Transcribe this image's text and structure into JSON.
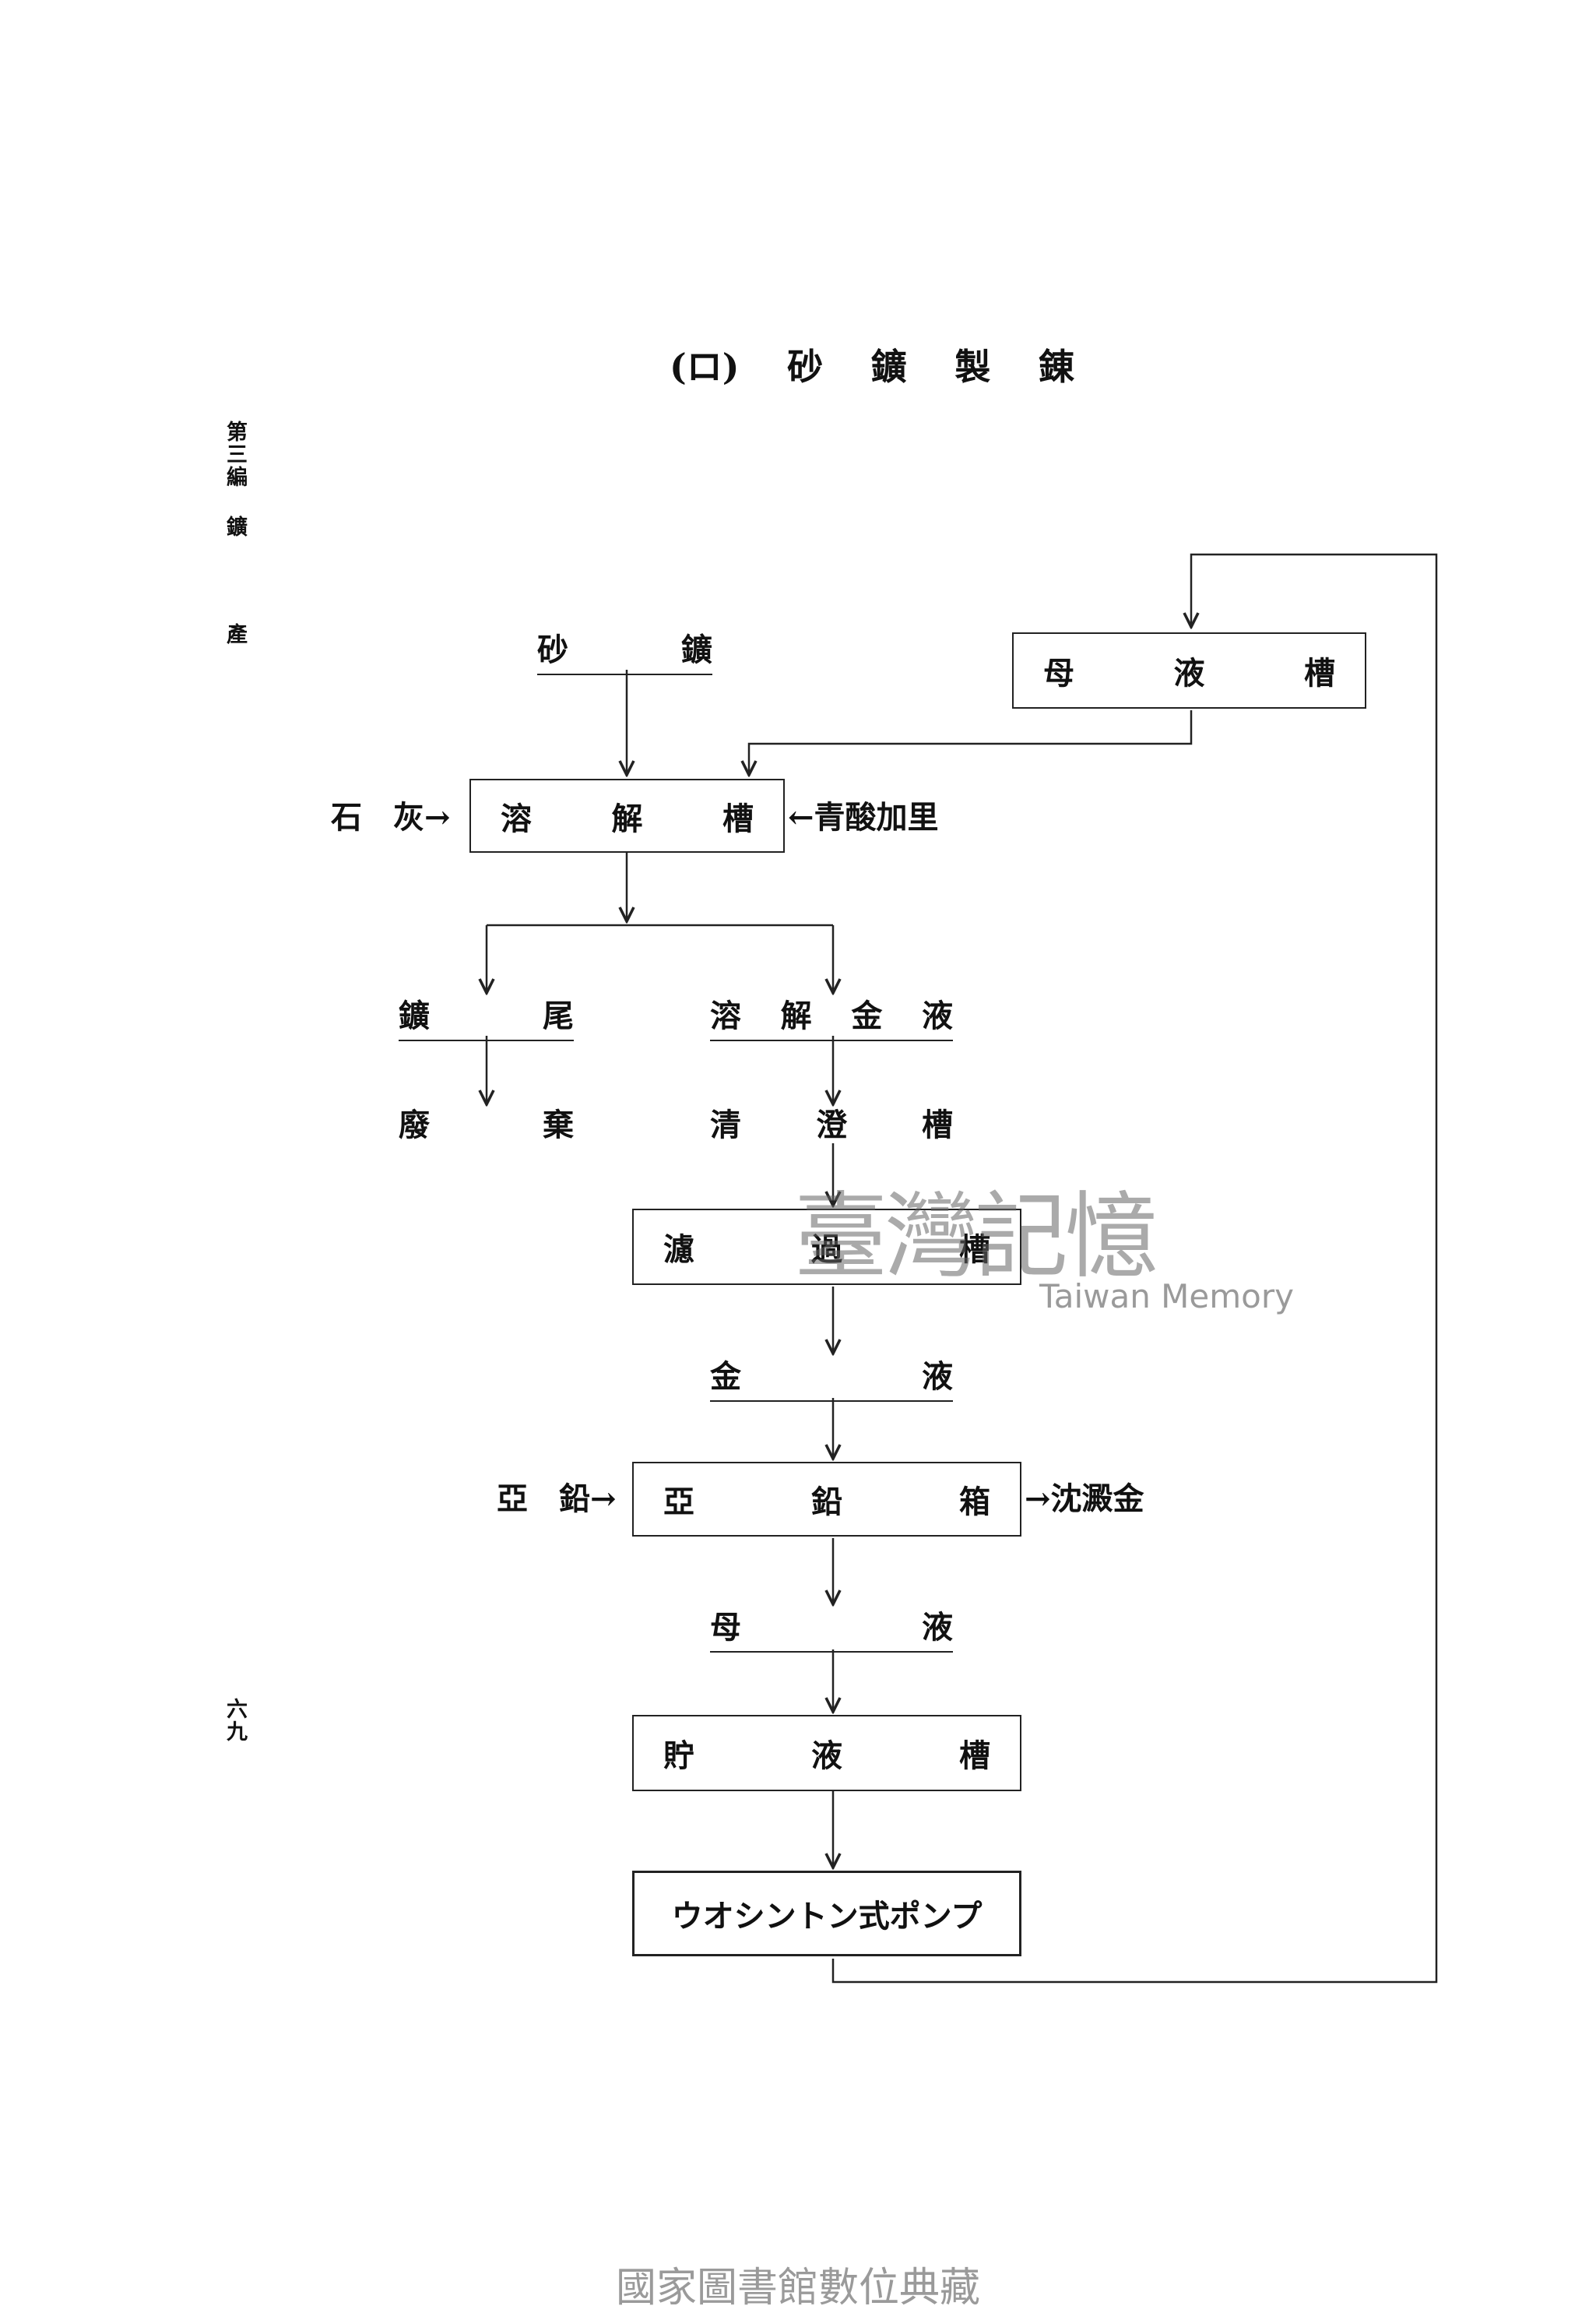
{
  "title": {
    "left": "(ロ)",
    "chars": [
      "砂",
      "鑛",
      "製",
      "錬"
    ]
  },
  "margin": {
    "section": "第三編",
    "char1": "鑛",
    "char2": "產",
    "page": "六九"
  },
  "nodes": {
    "ore": [
      "砂",
      "鑛"
    ],
    "mother_tank": [
      "母",
      "液",
      "槽"
    ],
    "dissolve_tank": [
      "溶",
      "解",
      "槽"
    ],
    "tailings": [
      "鑛",
      "尾"
    ],
    "discard": [
      "廢",
      "棄"
    ],
    "gold_solution": [
      "溶",
      "解",
      "金",
      "液"
    ],
    "clarify_tank": [
      "清",
      "澄",
      "槽"
    ],
    "filter_tank": [
      "濾",
      "過",
      "槽"
    ],
    "gold_liquor": [
      "金",
      "液"
    ],
    "zinc_box": [
      "亞",
      "鉛",
      "箱"
    ],
    "mother_liquor": [
      "母",
      "液"
    ],
    "storage_tank": [
      "貯",
      "液",
      "槽"
    ],
    "pump": "ウオシントン式ポンプ"
  },
  "inputs": {
    "lime": "石　灰→",
    "cyanide": "←青酸加里",
    "zinc": "亞　鉛→",
    "precipitate": "→沈澱金"
  },
  "watermark": {
    "cn": "臺灣記憶",
    "en": "Taiwan Memory"
  },
  "footer": "國家圖書館數位典藏"
}
